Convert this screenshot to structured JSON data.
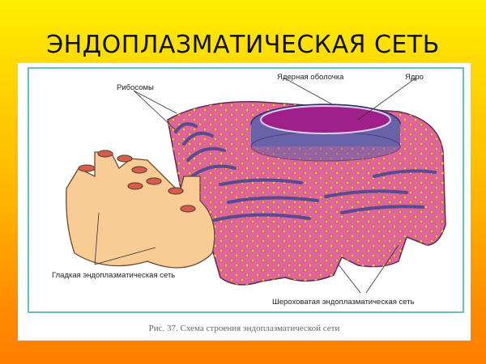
{
  "slide": {
    "title": "ЭНДОПЛАЗМАТИЧЕСКАЯ СЕТЬ",
    "background_colors": [
      "#ffee00",
      "#ff7f00"
    ]
  },
  "figure": {
    "labels": {
      "ribosomes": "Рибосомы",
      "nuclear_envelope": "Ядерная оболочка",
      "nucleus": "Ядро",
      "smooth_er": "Гладкая эндоплазматическая сеть",
      "rough_er": "Шероховатая эндоплазматическая сеть"
    },
    "caption": "Рис. 37. Схема строения эндоплазматической сети",
    "colors": {
      "smooth_er": "#f9cc96",
      "rough_er": "#e0609e",
      "nucleus": "#a0208a",
      "envelope": "#6a62a8",
      "ribosome": "#f6b86a",
      "frame": "#6cbfb2"
    }
  }
}
